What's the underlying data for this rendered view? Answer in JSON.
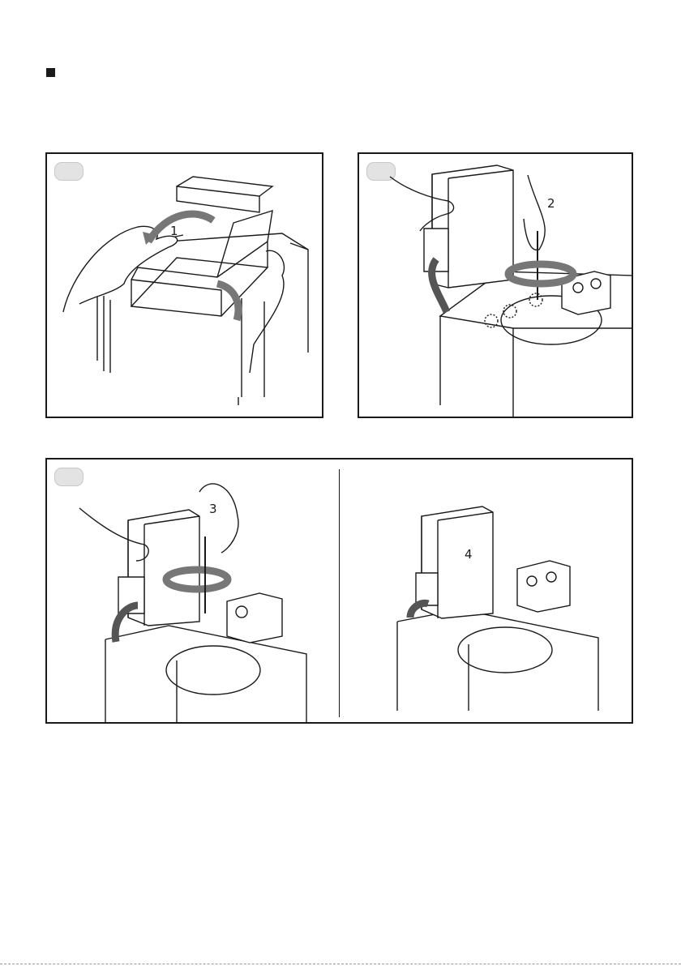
{
  "steps": {
    "step1": "1",
    "step2": "2",
    "step3": "3",
    "step4": "4"
  }
}
